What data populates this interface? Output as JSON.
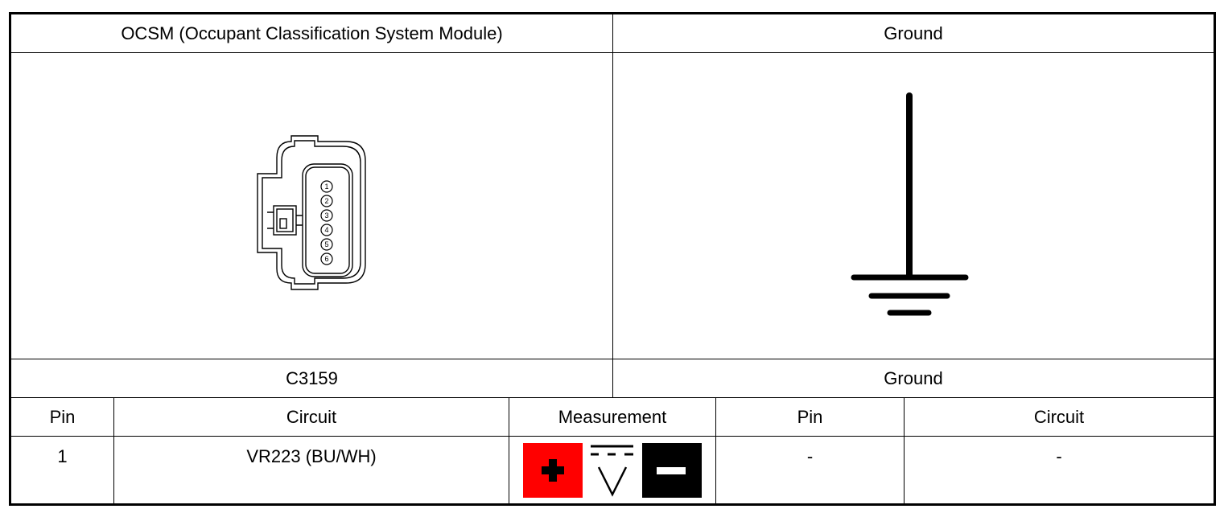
{
  "header": {
    "left_title": "OCSM (Occupant Classification System Module)",
    "right_title": "Ground"
  },
  "connector": {
    "id": "C3159",
    "pin_numbers": [
      "1",
      "2",
      "3",
      "4",
      "5",
      "6"
    ]
  },
  "ground": {
    "label": "Ground"
  },
  "table": {
    "left_headers": {
      "pin": "Pin",
      "circuit": "Circuit",
      "measurement": "Measurement"
    },
    "right_headers": {
      "pin": "Pin",
      "circuit": "Circuit"
    },
    "rows": [
      {
        "pin": "1",
        "circuit": "VR223 (BU/WH)",
        "measurement_icon": "dc-voltage-probe-icon",
        "right_pin": "-",
        "right_circuit": "-"
      }
    ]
  },
  "colors": {
    "positive_probe": "#ff0000",
    "negative_probe": "#000000"
  }
}
